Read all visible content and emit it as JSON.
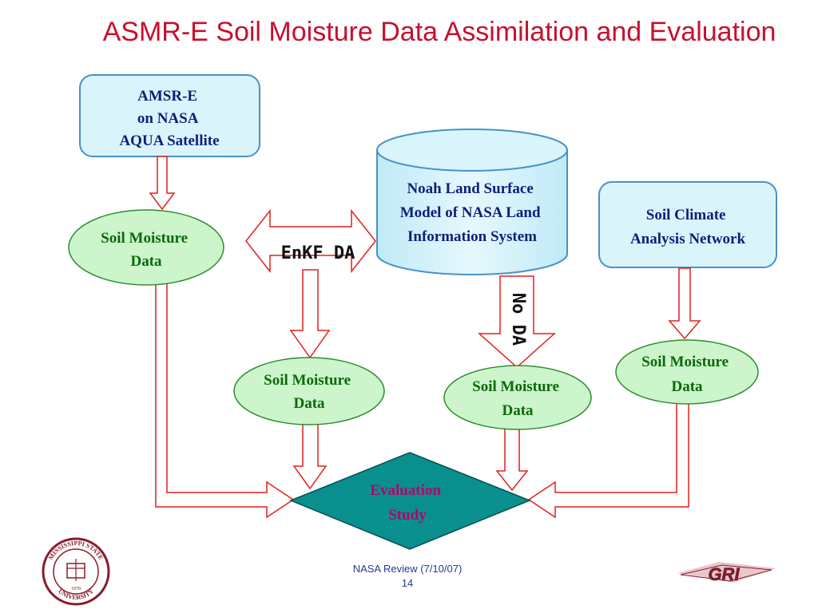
{
  "slide": {
    "title": "ASMR-E Soil Moisture Data Assimilation and Evaluation",
    "footer_text": "NASA Review (7/10/07)",
    "page_number": "14"
  },
  "nodes": {
    "satellite": {
      "line1": "AMSR-E",
      "line2": "on NASA",
      "line3": "AQUA Satellite"
    },
    "noah": {
      "line1": "Noah Land Surface",
      "line2": "Model of NASA Land",
      "line3": "Information System"
    },
    "scan": {
      "line1": "Soil Climate",
      "line2": "Analysis Network"
    },
    "sm_amsr": {
      "line1": "Soil Moisture",
      "line2": "Data"
    },
    "sm_enkf": {
      "line1": "Soil Moisture",
      "line2": "Data"
    },
    "sm_noda": {
      "line1": "Soil Moisture",
      "line2": "Data"
    },
    "sm_scan": {
      "line1": "Soil Moisture",
      "line2": "Data"
    },
    "evaluation": {
      "line1": "Evaluation",
      "line2": "Study"
    }
  },
  "arrows": {
    "enkf_label": "EnKF DA",
    "noda_label": "No DA"
  },
  "logos": {
    "msu_seal_text": "MISSISSIPPI STATE UNIVERSITY",
    "msu_year": "1878",
    "gri_text": "GRI"
  },
  "colors": {
    "title": "#c8102e",
    "arrow_stroke": "#e0201c",
    "box_fill": "#d9f5fb",
    "box_stroke": "#4a90c8",
    "ellipse_fill": "#ccf5cc",
    "ellipse_stroke": "#2e8b2e",
    "diamond_fill": "#0a8f8f",
    "evaluation_text": "#b5006e",
    "node_text": "#0d1f7a",
    "sm_text": "#0a6a0a"
  }
}
